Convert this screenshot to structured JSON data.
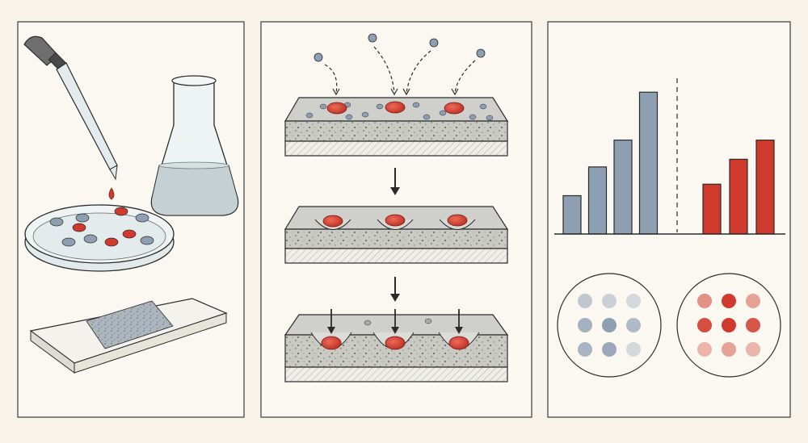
{
  "colors": {
    "background": "#f7f3ea",
    "panel": "#fbf8f1",
    "ink": "#2b2b2b",
    "slate": "#8f9fb2",
    "slate_dark": "#6e8199",
    "red": "#cf3a2c",
    "red_light": "#e9a7a0",
    "substrate": "#cfd0cb",
    "glass": "#e3ecef"
  },
  "panels": [
    {
      "id": "sample-preparation",
      "icons": [
        "dropper-icon",
        "flask-icon",
        "petri-dish-icon",
        "slide-icon"
      ]
    },
    {
      "id": "binding-process",
      "icons": [
        "particle-icon",
        "surface-icon",
        "arrow-down-icon"
      ]
    },
    {
      "id": "results",
      "icons": [
        "bar-chart-icon",
        "dot-array-icon"
      ]
    }
  ],
  "process_steps": [
    "particles-approach-surface",
    "particles-sink-into-surface",
    "particles-embedded"
  ],
  "chart_data": {
    "type": "bar",
    "title": "",
    "xlabel": "",
    "ylabel": "",
    "series": [
      {
        "color": "#8f9fb2",
        "values": [
          1.0,
          1.75,
          2.45,
          3.7
        ]
      },
      {
        "color": "#cf3a2c",
        "values": [
          1.3,
          1.95,
          2.45
        ]
      }
    ],
    "ylim": [
      0,
      4
    ],
    "grid": false,
    "divider": "dashed"
  },
  "dot_arrays": [
    {
      "color": "#8f9fb2",
      "intensities": [
        0.55,
        0.45,
        0.35,
        0.8,
        1.0,
        0.7,
        0.75,
        0.9,
        0.35
      ]
    },
    {
      "color": "#cf3a2c",
      "intensities": [
        0.55,
        1.0,
        0.45,
        0.9,
        1.0,
        0.85,
        0.35,
        0.45,
        0.35
      ]
    }
  ]
}
